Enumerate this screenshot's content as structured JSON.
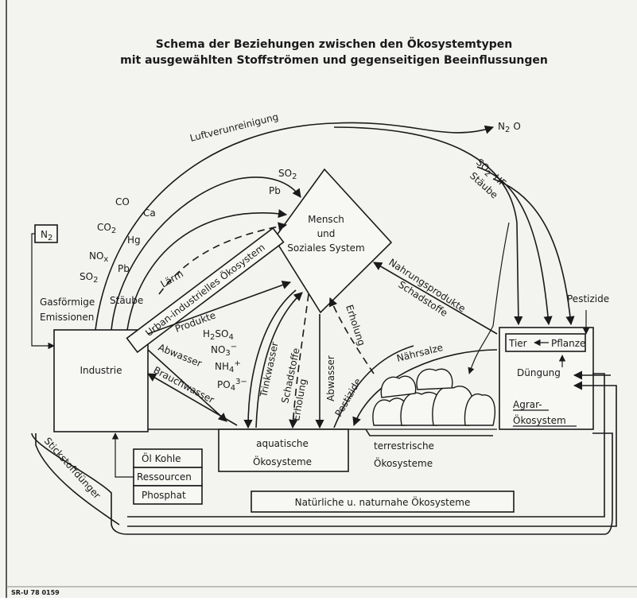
{
  "title": {
    "line1": "Schema der Beziehungen zwischen den Ökosystemtypen",
    "line2": "mit ausgewählten Stoffströmen und gegenseitigen Beeinflussungen"
  },
  "nodes": {
    "industrie": "Industrie",
    "mensch_1": "Mensch",
    "mensch_2": "und",
    "mensch_3": "Soziales System",
    "aquatisch_1": "aquatische",
    "aquatisch_2": "Ökosysteme",
    "terrestrisch_1": "terrestrische",
    "terrestrisch_2": "Ökosysteme",
    "agrar_1": "Agrar-",
    "agrar_2": "Ökosystem",
    "tier": "Tier",
    "pflanze": "Pflanze",
    "duengung": "Düngung",
    "pestizide_top": "Pestizide",
    "n2": "N",
    "natuerlich": "Natürliche u. naturnahe Ökosysteme",
    "urban": "Urban-industrielles Ökosystem"
  },
  "resources": [
    "Öl  Kohle",
    "Ressourcen",
    "Phosphat"
  ],
  "labels": {
    "luftverunreinigung": "Luftverunreinigung",
    "n2o": "N",
    "n2o_sub": "2",
    "n2o_tail": "O",
    "so2_hf": "SO",
    "so2_hf_sub": "2",
    "so2_hf_tail": "HF",
    "staeube_right": "Stäube",
    "co": "CO",
    "co2": "CO",
    "ca": "Ca",
    "hg": "Hg",
    "nox": "NO",
    "nox_sub": "x",
    "pb1": "Pb",
    "so2_left": "SO",
    "so2_left_sub": "2",
    "staeube_left": "Stäube",
    "gasfoermige": "Gasförmige",
    "emissionen": "Emissionen",
    "so2_top": "SO",
    "so2_top_sub": "2",
    "pb_top": "Pb",
    "laerm": "Lärm",
    "produkte": "Produkte",
    "abwasser_left": "Abwasser",
    "brauchwasser": "Brauchwasser",
    "h2so4": "H",
    "h2so4_a": "2",
    "h2so4_b": "SO",
    "h2so4_c": "4",
    "no3": "NO",
    "no3_sub": "3",
    "no3_sup": "−",
    "nh4": "NH",
    "nh4_sub": "4",
    "nh4_sup": "+",
    "po4": "PO",
    "po4_sub": "4",
    "po4_sup": "3−",
    "trinkwasser": "Trinkwasser",
    "schadstoffe_mid": "Schadstoffe",
    "erholung_mid": "Erholung",
    "abwasser_mid": "Abwasser",
    "erholung_right": "Erholung",
    "pestizide_diag": "Pestizide",
    "naehrsalze": "Nährsalze",
    "nahrungsprodukte": "Nahrungsprodukte",
    "schadstoffe_right": "Schadstoffe",
    "stickstoffduenger": "Stickstoffdünger"
  },
  "n2_sub": "2",
  "co2_sub": "2",
  "stamp": "SR-U 78 0159"
}
